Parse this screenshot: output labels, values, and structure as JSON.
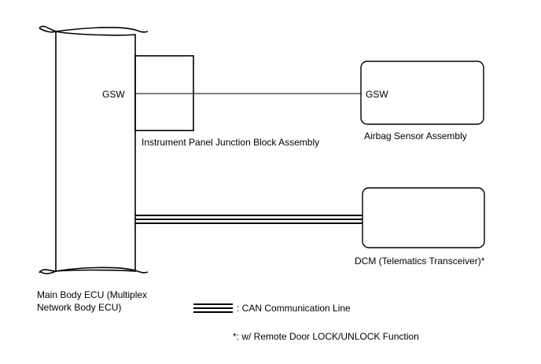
{
  "labels": {
    "ecu_terminal": "GSW",
    "junction_block": "Instrument Panel Junction Block Assembly",
    "airbag_terminal": "GSW",
    "airbag_sensor": "Airbag Sensor Assembly",
    "dcm": "DCM (Telematics Transceiver)*",
    "main_ecu_line1": "Main Body ECU (Multiplex",
    "main_ecu_line2": "Network Body ECU)",
    "legend_can": ": CAN Communication Line",
    "footnote": "*: w/ Remote Door LOCK/UNLOCK Function"
  }
}
